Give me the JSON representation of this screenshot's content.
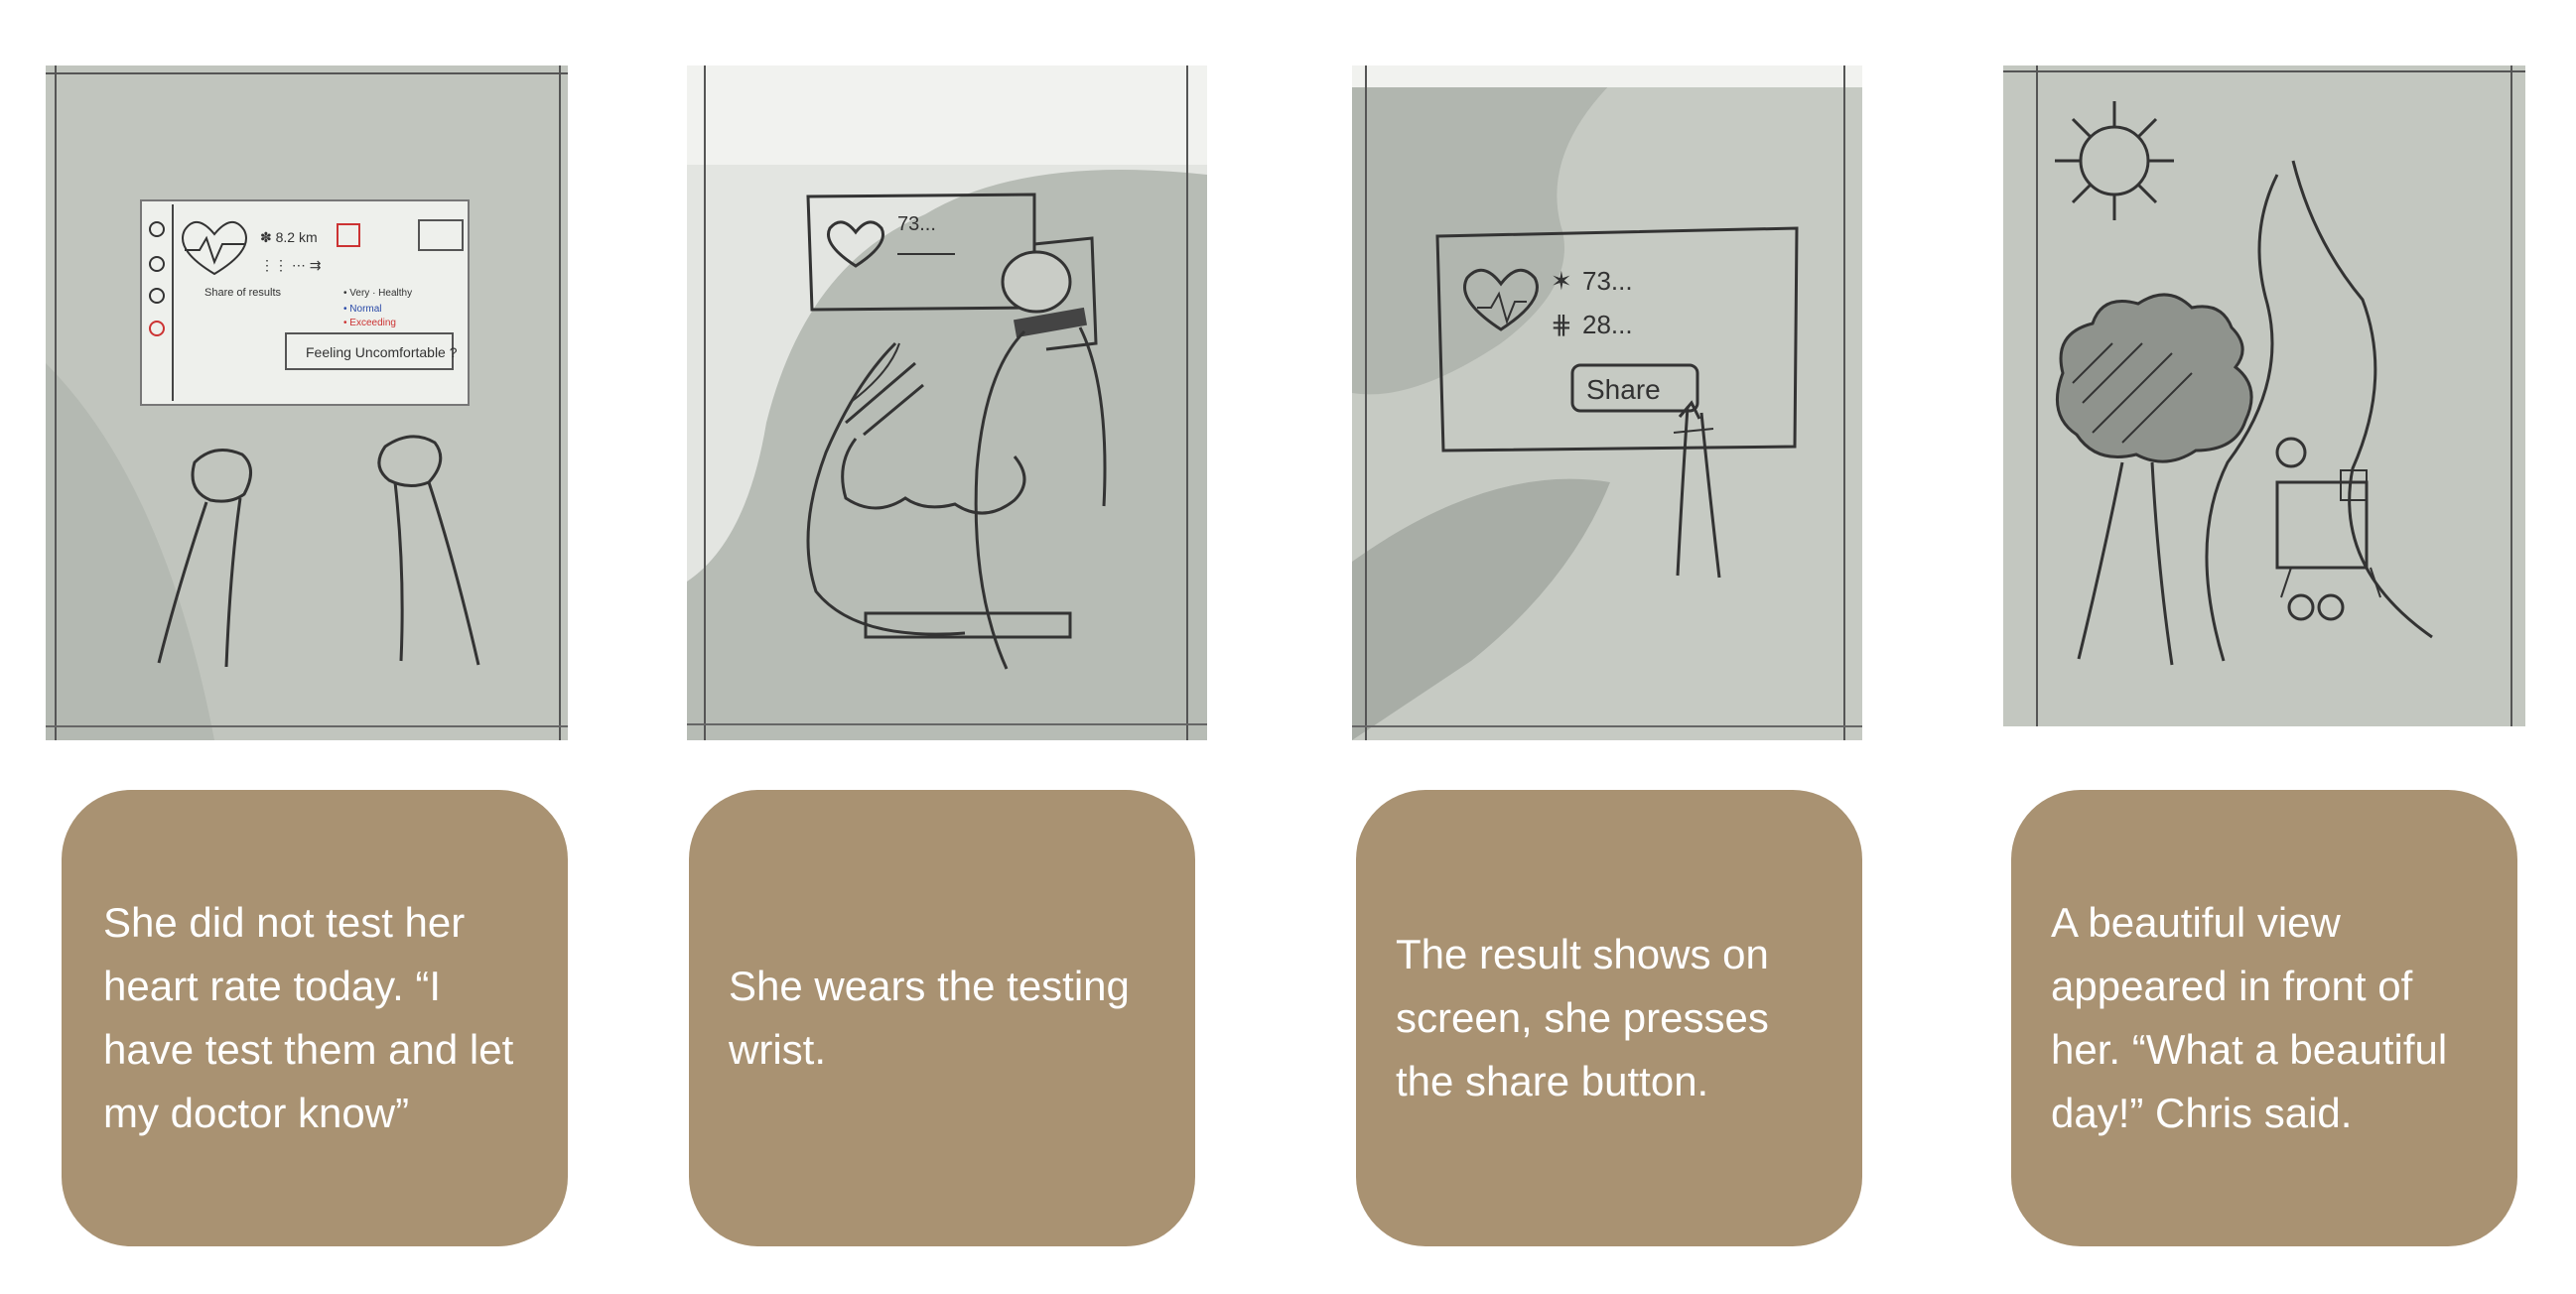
{
  "colors": {
    "caption_background": "#a99272",
    "caption_text": "#ffffff",
    "paper": "#bfc3bc",
    "pencil": "#3a3a3a"
  },
  "storyboard": {
    "frames": [
      {
        "sketch": "phone-app-sketch",
        "sketch_text": {
          "status_label": "Share of results",
          "button_label": "Feeling Uncomfortable ?"
        },
        "caption": "She did not test her heart rate today. “I have test them and let my doctor know”"
      },
      {
        "sketch": "wrist-device-sketch",
        "sketch_text": {
          "reading": "73..."
        },
        "caption": "She wears the testing wrist."
      },
      {
        "sketch": "share-screen-sketch",
        "sketch_text": {
          "steps": "73...",
          "heart_rate": "28...",
          "share_button": "Share"
        },
        "caption": "The result shows on screen, she presses the share button."
      },
      {
        "sketch": "landscape-sketch",
        "caption": "A beautiful view appeared in front of her. “What a beautiful day!” Chris said."
      }
    ]
  }
}
